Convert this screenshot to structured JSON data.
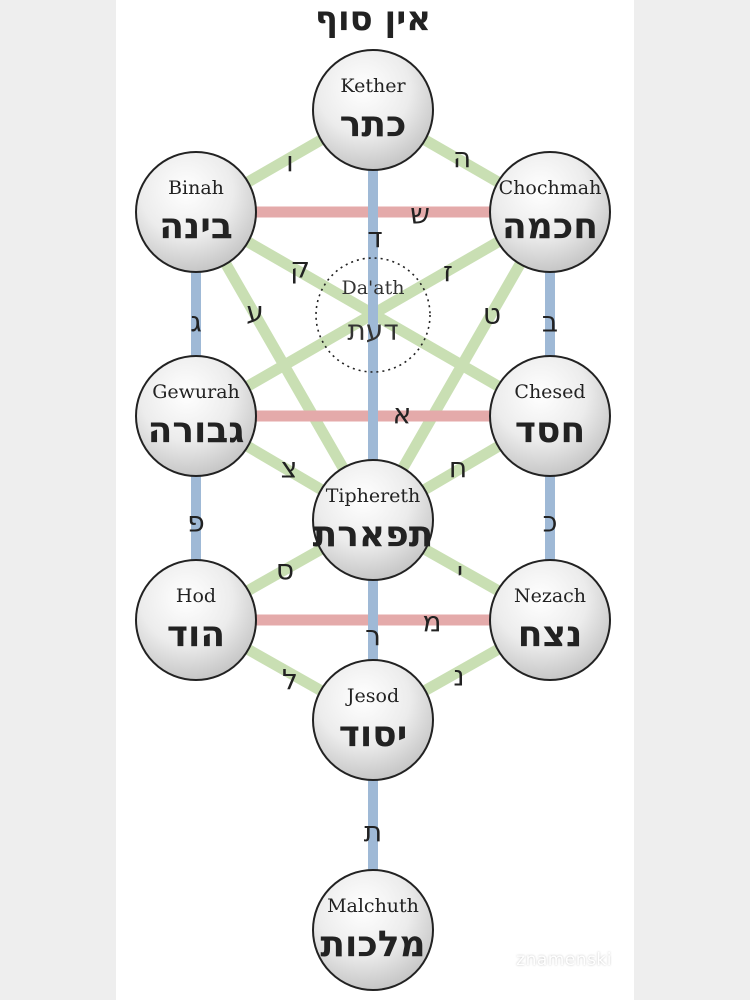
{
  "title": "אין סוף",
  "colors": {
    "pillar": "#9fb9d6",
    "horizontal": "#e4aaaa",
    "diagonal": "#c9dfb3",
    "node_stroke": "#222222",
    "text": "#222222",
    "node_fill_light": "#ffffff",
    "node_fill_dark": "#c9c9c9"
  },
  "sephiroth": [
    {
      "id": "kether",
      "name": "Kether",
      "hebrew": "כתר"
    },
    {
      "id": "binah",
      "name": "Binah",
      "hebrew": "בינה"
    },
    {
      "id": "chochmah",
      "name": "Chochmah",
      "hebrew": "חכמה"
    },
    {
      "id": "gewurah",
      "name": "Gewurah",
      "hebrew": "גבורה"
    },
    {
      "id": "chesed",
      "name": "Chesed",
      "hebrew": "חסד"
    },
    {
      "id": "tiphereth",
      "name": "Tiphereth",
      "hebrew": "תפארת"
    },
    {
      "id": "hod",
      "name": "Hod",
      "hebrew": "הוד"
    },
    {
      "id": "nezach",
      "name": "Nezach",
      "hebrew": "נצח"
    },
    {
      "id": "jesod",
      "name": "Jesod",
      "hebrew": "יסוד"
    },
    {
      "id": "malchuth",
      "name": "Malchuth",
      "hebrew": "מלכות"
    }
  ],
  "daath": {
    "name": "Da'ath",
    "hebrew": "דעת"
  },
  "paths": [
    {
      "from": "kether",
      "to": "chochmah",
      "type": "diagonal",
      "letter": "ה"
    },
    {
      "from": "kether",
      "to": "binah",
      "type": "diagonal",
      "letter": "ו"
    },
    {
      "from": "kether",
      "to": "tiphereth",
      "type": "pillar",
      "letter": "ד"
    },
    {
      "from": "binah",
      "to": "chochmah",
      "type": "horizontal",
      "letter": "ש"
    },
    {
      "from": "binah",
      "to": "gewurah",
      "type": "pillar",
      "letter": "ג"
    },
    {
      "from": "chochmah",
      "to": "chesed",
      "type": "pillar",
      "letter": "ב"
    },
    {
      "from": "binah",
      "to": "chesed",
      "type": "diagonal",
      "letter": "ק"
    },
    {
      "from": "chochmah",
      "to": "gewurah",
      "type": "diagonal",
      "letter": "ז"
    },
    {
      "from": "binah",
      "to": "tiphereth",
      "type": "diagonal",
      "letter": "ע"
    },
    {
      "from": "chochmah",
      "to": "tiphereth",
      "type": "diagonal",
      "letter": "ט"
    },
    {
      "from": "gewurah",
      "to": "chesed",
      "type": "horizontal",
      "letter": "א"
    },
    {
      "from": "gewurah",
      "to": "tiphereth",
      "type": "diagonal",
      "letter": "צ"
    },
    {
      "from": "chesed",
      "to": "tiphereth",
      "type": "diagonal",
      "letter": "ח"
    },
    {
      "from": "gewurah",
      "to": "hod",
      "type": "pillar",
      "letter": "פ"
    },
    {
      "from": "chesed",
      "to": "nezach",
      "type": "pillar",
      "letter": "כ"
    },
    {
      "from": "tiphereth",
      "to": "hod",
      "type": "diagonal",
      "letter": "ס"
    },
    {
      "from": "tiphereth",
      "to": "nezach",
      "type": "diagonal",
      "letter": "י"
    },
    {
      "from": "tiphereth",
      "to": "jesod",
      "type": "pillar",
      "letter": ""
    },
    {
      "from": "hod",
      "to": "nezach",
      "type": "horizontal",
      "letter": "מ"
    },
    {
      "from": "hod",
      "to": "jesod",
      "type": "diagonal",
      "letter": "ל"
    },
    {
      "from": "nezach",
      "to": "jesod",
      "type": "diagonal",
      "letter": "נ"
    },
    {
      "from": "jesod",
      "to": "malchuth",
      "type": "pillar",
      "letter": "ת"
    }
  ],
  "middle_letter": "ר",
  "watermark": "znamenski"
}
